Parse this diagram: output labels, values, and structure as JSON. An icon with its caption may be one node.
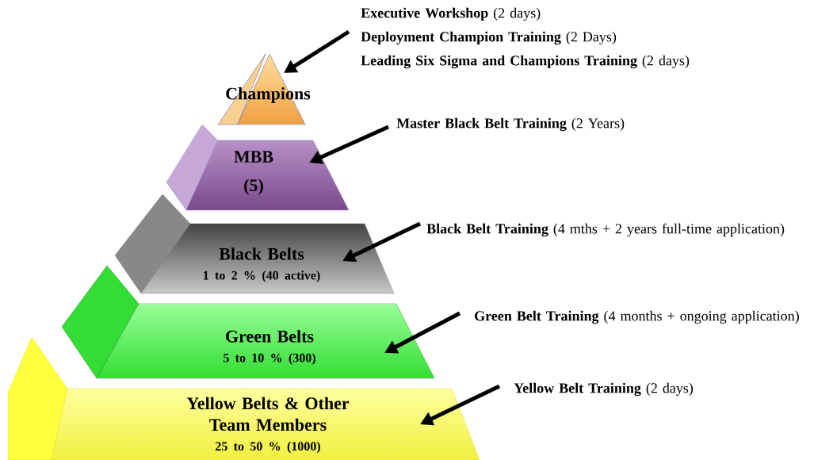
{
  "diagram": {
    "nodes": [
      {
        "text": [
          "Champions"
        ]
      },
      {
        "text": [
          "MBB (5)"
        ]
      },
      {
        "text": [
          "Black Belts",
          "1 to 2 % (40 active)"
        ]
      },
      {
        "text": [
          "Green Belts",
          "5 to 10 % (300)"
        ]
      },
      {
        "text": [
          "Yellow Belts & Other Team Members",
          "25 to 50 % (1000)"
        ]
      },
      {
        "text": [
          "**Executive Workshop** (2 days)",
          "**Deployment Champion Training** (2 Days)",
          "**Leading Six Sigma and Champions Training** (2 days)"
        ]
      },
      {
        "text": [
          "**Master Black Belt Training** (2 Years)"
        ]
      },
      {
        "text": [
          "**Black Belt Training** (4 mths + 2 years full-time application)"
        ]
      },
      {
        "text": [
          "**Green Belt Training** (4 months + ongoing application)"
        ]
      },
      {
        "text": [
          "**Yellow Belt Training** (2 days)"
        ]
      }
    ],
    "edges": [
      {
        "from": 5,
        "to": 0,
        "arrow": "to"
      },
      {
        "from": 6,
        "to": 1,
        "arrow": "to"
      },
      {
        "from": 7,
        "to": 2,
        "arrow": "to"
      },
      {
        "from": 8,
        "to": 3,
        "arrow": "to"
      },
      {
        "from": 9,
        "to": 4,
        "arrow": "to"
      }
    ]
  }
}
